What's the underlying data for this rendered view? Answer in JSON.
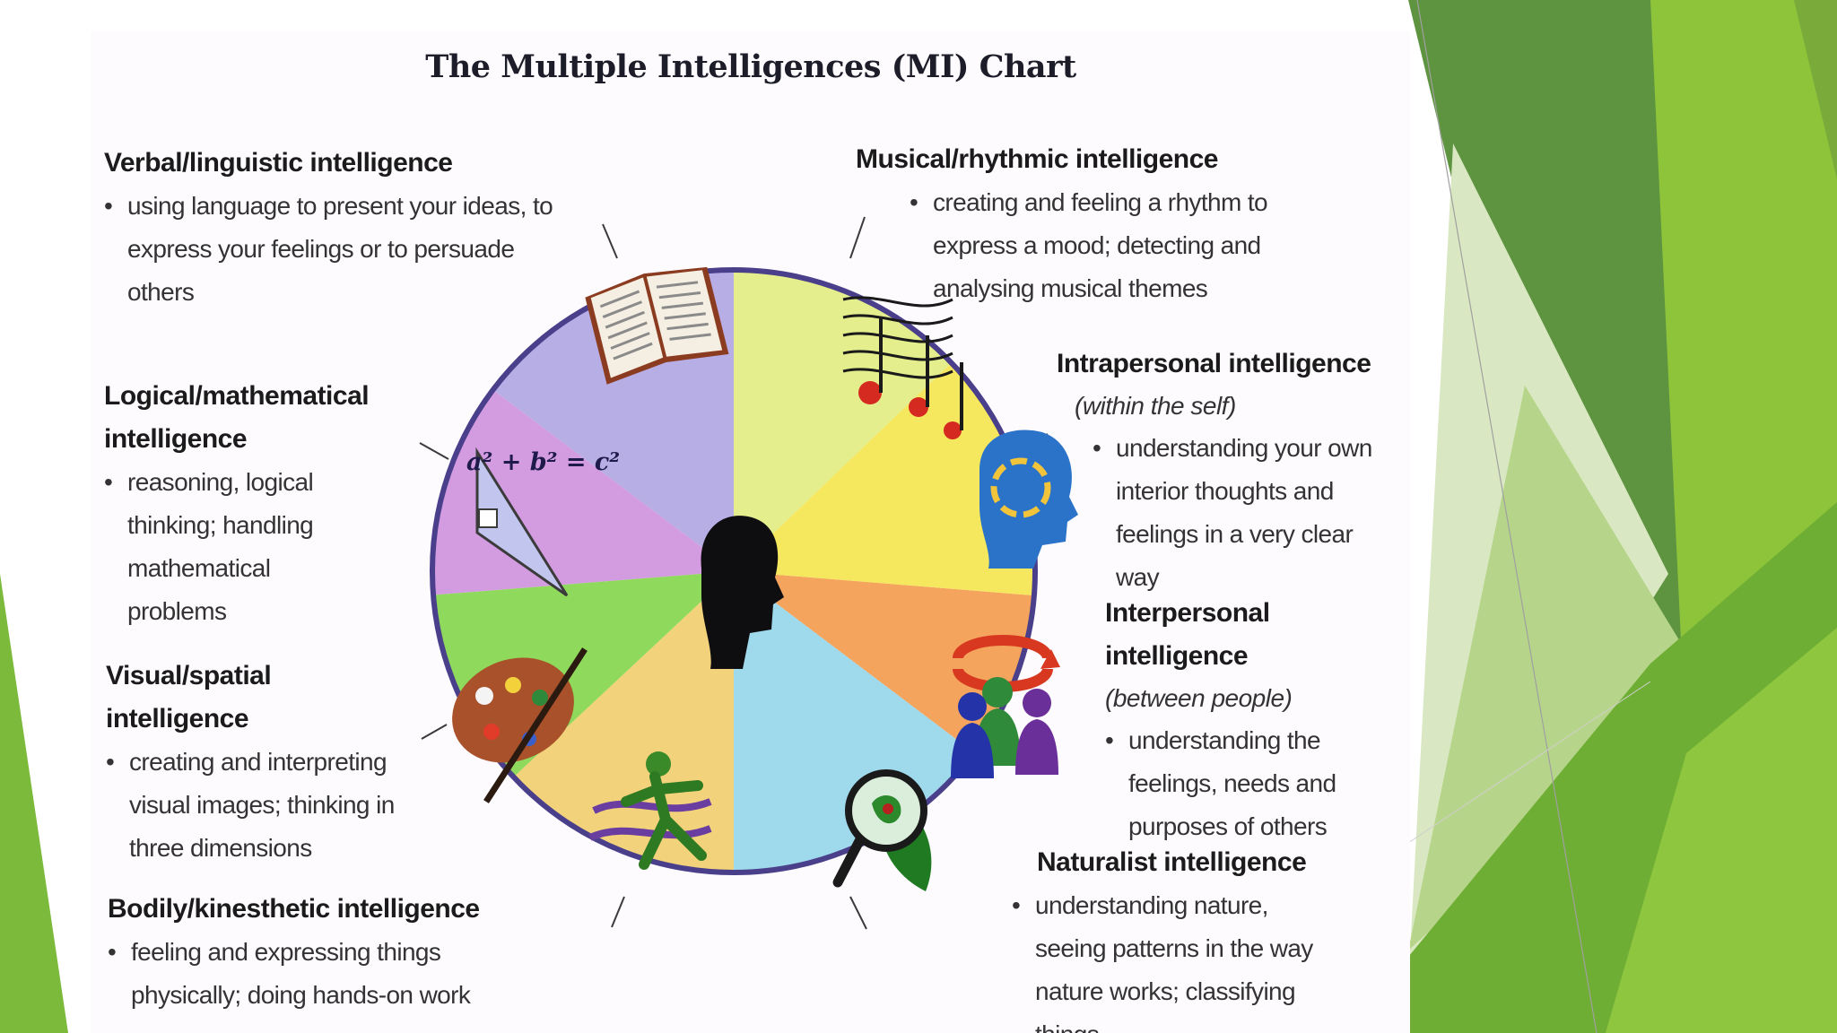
{
  "title": "The Multiple Intelligences (MI) Chart",
  "intelligences": {
    "verbal": {
      "name": "Verbal/linguistic intelligence",
      "description": "using language to present your ideas, to express your feelings or to persuade others"
    },
    "logical": {
      "name": "Logical/mathematical intelligence",
      "description": "reasoning, logical thinking; handling mathematical problems"
    },
    "visual": {
      "name": "Visual/spatial intelligence",
      "description": "creating and interpreting visual images; thinking in three dimensions"
    },
    "bodily": {
      "name": "Bodily/kinesthetic intelligence",
      "description": "feeling and expressing things physically; doing hands-on work"
    },
    "musical": {
      "name": "Musical/rhythmic intelligence",
      "description": "creating and feeling a rhythm to express a mood; detecting and analysing musical themes"
    },
    "intrapersonal": {
      "name": "Intrapersonal intelligence",
      "qualifier": "(within the self)",
      "description": "understanding your own interior thoughts and feelings in a very clear way"
    },
    "interpersonal": {
      "name": "Interpersonal intelligence",
      "qualifier": "(between people)",
      "description": "understanding the feelings, needs and purposes of others"
    },
    "naturalist": {
      "name": "Naturalist intelligence",
      "description": "understanding nature, seeing patterns in the way nature works; classifying things"
    }
  },
  "formula": "a² + b² = c²",
  "colors": {
    "verbal": "#b7aee6",
    "logical": "#d39be0",
    "visual": "#8fd95c",
    "bodily": "#f2d27a",
    "naturalist": "#9fd9ec",
    "interpersonal": "#f4a45c",
    "intrapersonal": "#f5e75e",
    "musical": "#e4ee8c",
    "rim": "#4a3f8a",
    "green_dark": "#5f9a3a",
    "green_light": "#8cc63f"
  }
}
